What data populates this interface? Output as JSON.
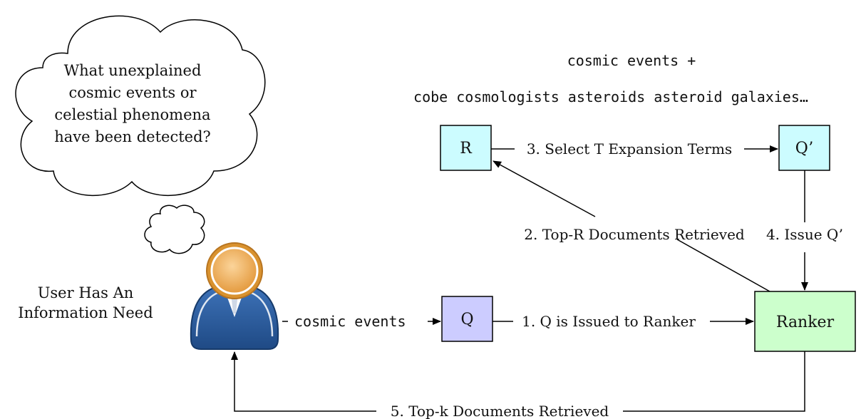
{
  "colors": {
    "r_box": "#ccfcff",
    "q_prime_box": "#ccfcff",
    "q_box": "#ccccff",
    "ranker_box": "#ccffcc",
    "user_suit": "#2b5c9e",
    "user_head": "#f0b46a"
  },
  "thought": {
    "line1": "What unexplained",
    "line2": "cosmic events or",
    "line3": "celestial phenomena",
    "line4": "have been detected?"
  },
  "user_label": {
    "line1": "User Has An",
    "line2": "Information Need"
  },
  "expansion": {
    "line1": "cosmic events +",
    "line2": "cobe cosmologists asteroids asteroid galaxies…"
  },
  "boxes": {
    "r": "R",
    "q_prime": "Q’",
    "q": "Q",
    "ranker": "Ranker"
  },
  "edges": {
    "query_text": "cosmic events",
    "step1": "1. Q is Issued to Ranker",
    "step2": "2. Top-R Documents Retrieved",
    "step3": "3. Select T Expansion Terms",
    "step4": "4. Issue Q’",
    "step5": "5. Top-k Documents Retrieved"
  }
}
